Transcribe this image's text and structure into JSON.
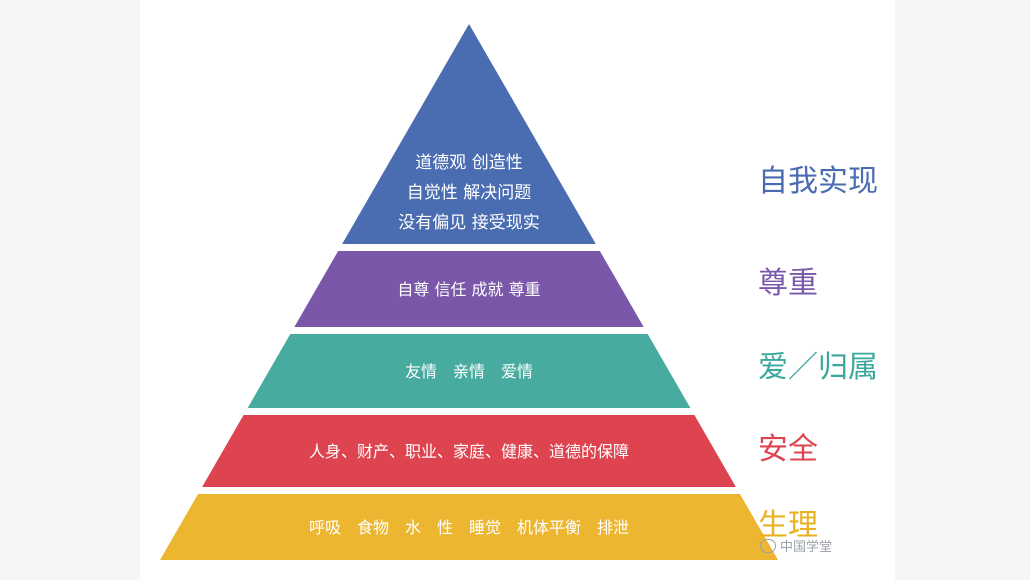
{
  "levels": [
    {
      "name": "自我实现",
      "color": "#4a6cb1",
      "label_color": "#4a6cb1",
      "items": [
        "道德观 创造性",
        "自觉性 解决问题",
        "没有偏见 接受现实"
      ]
    },
    {
      "name": "尊重",
      "color": "#7a57a8",
      "label_color": "#7a57a8",
      "items": [
        "自尊 信任 成就 尊重"
      ]
    },
    {
      "name": "爱／归属",
      "color": "#47ab9f",
      "label_color": "#3aa89c",
      "items": [
        "友情　亲情　爱情"
      ]
    },
    {
      "name": "安全",
      "color": "#de4450",
      "label_color": "#de4450",
      "items": [
        "人身、财产、职业、家庭、健康、道德的保障"
      ]
    },
    {
      "name": "生理",
      "color": "#ecb630",
      "label_color": "#e9b020",
      "items": [
        "呼吸　食物　水　性　睡觉　机体平衡　排泄"
      ]
    }
  ],
  "watermark": "中国学堂"
}
